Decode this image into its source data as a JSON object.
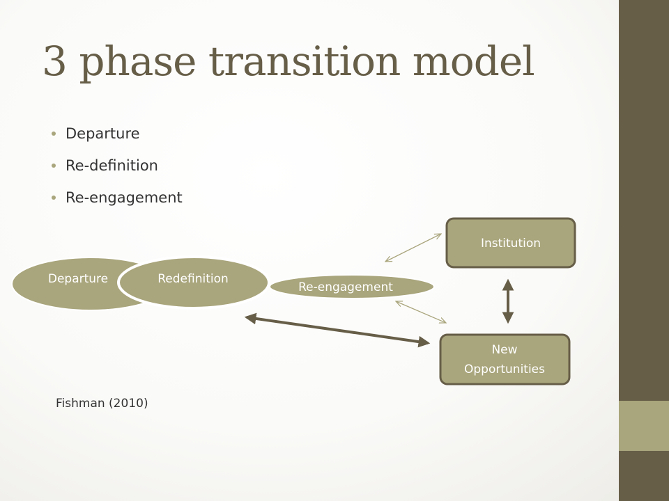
{
  "slide": {
    "title": "3 phase transition model",
    "bullets": [
      "Departure",
      "Re-definition",
      "Re-engagement"
    ],
    "citation": "Fishman (2010)"
  },
  "diagram": {
    "nodes": {
      "departure": "Departure",
      "redefinition": "Redefinition",
      "reengagement": "Re-engagement",
      "institution": "Institution",
      "new_opportunities_line1": "New",
      "new_opportunities_line2": "Opportunities"
    }
  },
  "colors": {
    "sidebar": "#675e48",
    "sidebar_accent": "#a9a57c",
    "title": "#675e48",
    "shape_fill": "#a9a57c",
    "shape_outline": "#675e48",
    "label": "#ffffff"
  }
}
